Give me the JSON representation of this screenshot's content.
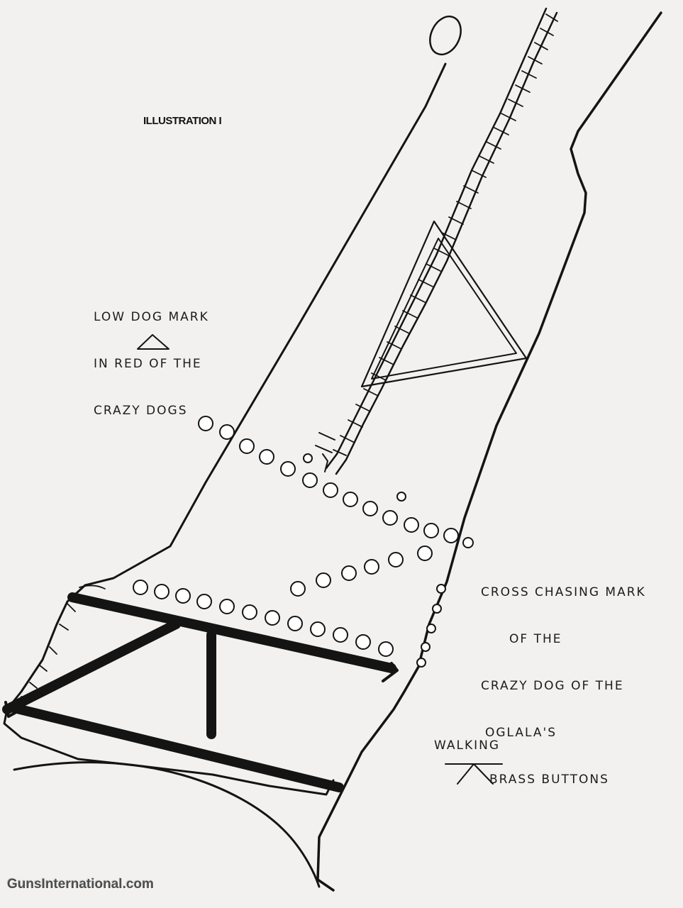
{
  "title": "ILLUSTRATION I",
  "labels": {
    "low_dog": [
      "LOW DOG MARK",
      "IN RED OF THE",
      "CRAZY DOGS"
    ],
    "cross_chasing": [
      "CROSS CHASING MARK",
      "OF THE",
      "CRAZY DOG OF THE",
      "OGLALA'S",
      "BRASS BUTTONS"
    ],
    "walking": "WALKING"
  },
  "watermark": {
    "text": "GunsInternational.com"
  },
  "colors": {
    "ink": "#141414",
    "paper": "#f2f1ef",
    "watermark_accent": "#2e7d32"
  },
  "symbols": [
    "triangle-symbol",
    "walking-symbol"
  ]
}
